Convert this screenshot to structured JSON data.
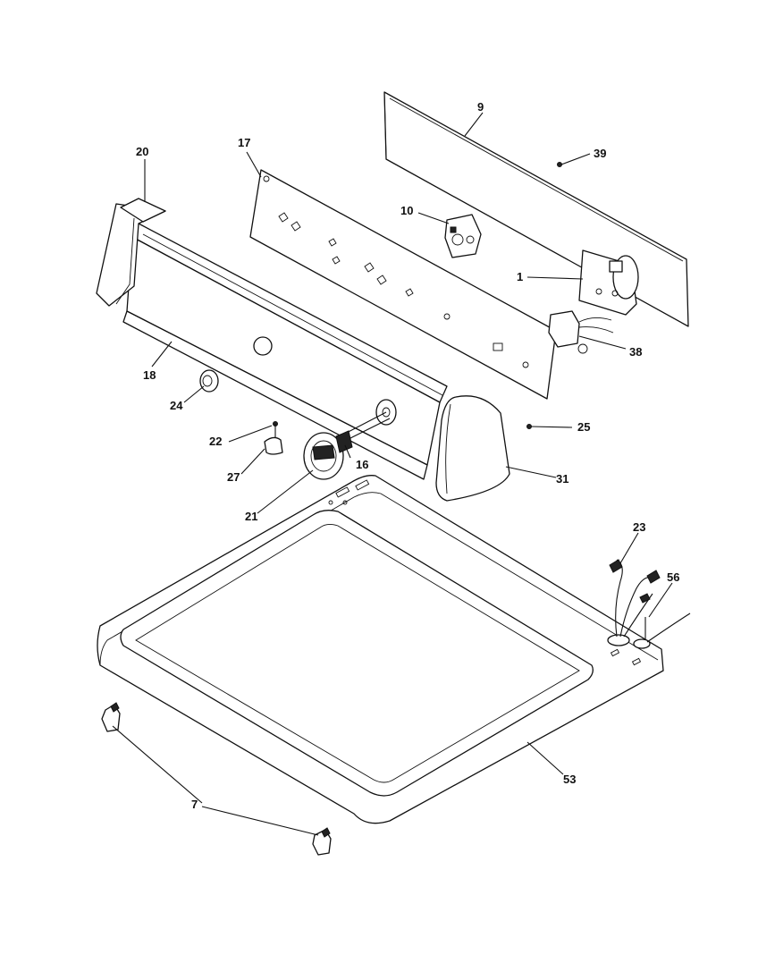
{
  "diagram": {
    "callouts": [
      {
        "id": "9",
        "label": "9"
      },
      {
        "id": "39",
        "label": "39"
      },
      {
        "id": "17",
        "label": "17"
      },
      {
        "id": "20",
        "label": "20"
      },
      {
        "id": "10",
        "label": "10"
      },
      {
        "id": "1",
        "label": "1"
      },
      {
        "id": "38",
        "label": "38"
      },
      {
        "id": "18",
        "label": "18"
      },
      {
        "id": "24",
        "label": "24"
      },
      {
        "id": "25",
        "label": "25"
      },
      {
        "id": "22",
        "label": "22"
      },
      {
        "id": "16",
        "label": "16"
      },
      {
        "id": "27",
        "label": "27"
      },
      {
        "id": "31",
        "label": "31"
      },
      {
        "id": "21",
        "label": "21"
      },
      {
        "id": "23",
        "label": "23"
      },
      {
        "id": "56",
        "label": "56"
      },
      {
        "id": "53",
        "label": "53"
      },
      {
        "id": "7",
        "label": "7"
      }
    ]
  }
}
